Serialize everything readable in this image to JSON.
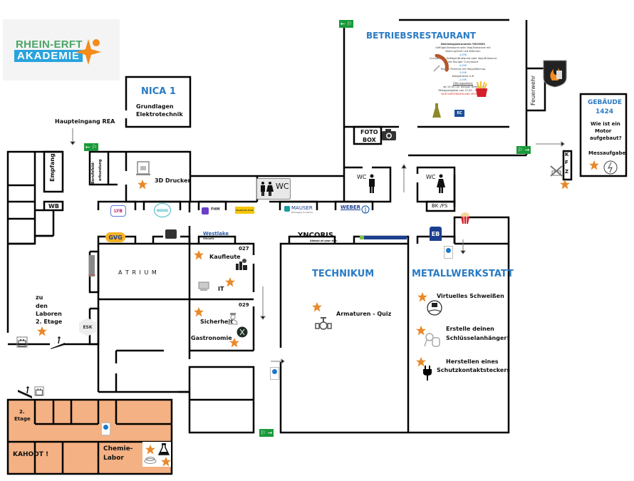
{
  "logo": {
    "line1": "RHEIN-ERFT",
    "line2": "AKADEMIE"
  },
  "main_entrance": "Haupteingang REA",
  "rooms": {
    "nica": {
      "title": "NICA 1",
      "subtitle_1": "Grundlagen",
      "subtitle_2": "Elektrotechnik"
    },
    "restaurant": {
      "title": "BETRIEBSRESTAURANT"
    },
    "gebaeude": {
      "title_1": "GEBÄUDE",
      "title_2": "1424",
      "q1": "Wie ist ein",
      "q2": "Motor",
      "q3": "aufgebaut?",
      "task": "Messaufgabe"
    },
    "feuerwehr": "Feuerwehr",
    "kfz": [
      "K",
      "F",
      "Z"
    ],
    "fotobox": {
      "line1": "FOTO",
      "line2": "BOX"
    },
    "empfang": "Empfang",
    "berufsfeld": {
      "line1": "Berufsfeld-",
      "line2": "erkundung"
    },
    "drucker": "3D Drucker",
    "wb": "WB",
    "wc_main": "WC",
    "wc_men": "WC",
    "wc_women": "WC",
    "bkfs": "BK /FS",
    "atrium": "A T R I U M",
    "room027": {
      "number": "027",
      "kaufleute": "Kaufleute",
      "it": "IT"
    },
    "room029": {
      "number": "029",
      "sicherheit": "Sicherheit",
      "gastronomie": "Gastronomie"
    },
    "technikum": {
      "title": "TECHNIKUM",
      "activity": "Armaturen - Quiz"
    },
    "metallwerkstatt": {
      "title": "METALLWERKSTATT",
      "a1": "Virtuelles Schweißen",
      "a2_1": "Erstelle deinen",
      "a2_2": "Schlüsselanhänger!",
      "a3_1": "Herstellen eines",
      "a3_2": "Schutzkontaktsteckers"
    },
    "labs_stairs": {
      "l1": "zu",
      "l2": "den",
      "l3": "Laboren",
      "l4": "2. Etage"
    },
    "floor2": {
      "etage_1": "2.",
      "etage_2": "Etage",
      "kahoot": "KAHOOT !",
      "chemie_1": "Chemie-",
      "chemie_2": "Labor"
    }
  },
  "sponsors": [
    "LYB",
    "WEKKE",
    "FHM",
    "Deutsche Post",
    "MAUSER",
    "WEBER",
    "GVG",
    "Westlake",
    "YNCORIS",
    "EB",
    "ESK"
  ],
  "sponsor_taglines": {
    "yncoris": "Always at your site.",
    "westlake": "Vinnolit",
    "mauser": "Packaging Solutions"
  },
  "menu": {
    "heading": "Betriebsgastronomie YNCORIS",
    "items": [
      {
        "text": "Geflügel-Bratwurst oder Vegi-Bratwurst mit Ketchup/Senf und Brötchen",
        "price": "4,00€"
      },
      {
        "text": "Currywurst – Geflügel-Bratwurst oder Vegi-Bratwurst mit feuriger Currysauce",
        "price": "4,00€"
      },
      {
        "text": "Portion Pommes mit Mayo/Ketchup",
        "price": "3,00€"
      },
      {
        "text": "Kaltgetränke 0,3l",
        "price": "2,00€"
      }
    ],
    "hours_title": "Öffnungszeiten:",
    "hours_1": "ab 10:00 Uhr belegte Brötchen",
    "hours_2": "Mittagsangebot von 11:00 – 13:30 Uhr",
    "note": "NUR KARTENZAHLUNG MÖGLICH !"
  },
  "colors": {
    "accent_blue": "#2a7bc4",
    "star_orange": "#e8892a",
    "lab_fill": "#f4b183",
    "exit_green": "#1a9a3a",
    "wall": "#000000"
  }
}
